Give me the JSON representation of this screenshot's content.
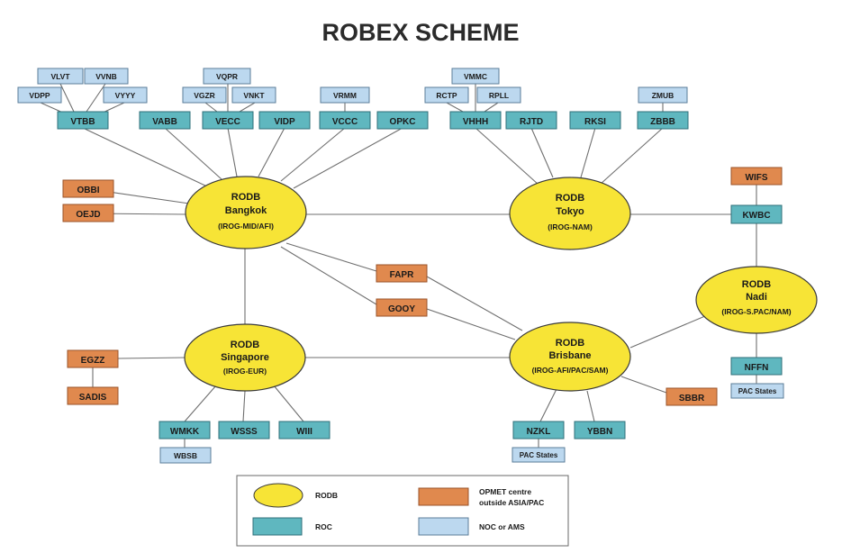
{
  "title": "ROBEX SCHEME",
  "rodb": {
    "bangkok": {
      "l1": "RODB",
      "l2": "Bangkok",
      "l3": "(IROG-MID/AFI)"
    },
    "tokyo": {
      "l1": "RODB",
      "l2": "Tokyo",
      "l3": "(IROG-NAM)"
    },
    "singapore": {
      "l1": "RODB",
      "l2": "Singapore",
      "l3": "(IROG-EUR)"
    },
    "brisbane": {
      "l1": "RODB",
      "l2": "Brisbane",
      "l3": "(IROG-AFI/PAC/SAM)"
    },
    "nadi": {
      "l1": "RODB",
      "l2": "Nadi",
      "l3": "(IROG-S.PAC/NAM)"
    }
  },
  "roc": {
    "vtbb": "VTBB",
    "vabb": "VABB",
    "vecc": "VECC",
    "vidp": "VIDP",
    "vccc": "VCCC",
    "opkc": "OPKC",
    "vhhh": "VHHH",
    "rjtd": "RJTD",
    "rksi": "RKSI",
    "zbbb": "ZBBB",
    "kwbc": "KWBC",
    "nffn": "NFFN",
    "nzkl": "NZKL",
    "ybbn": "YBBN",
    "wmkk": "WMKK",
    "wsss": "WSSS",
    "wiii": "WIII"
  },
  "opmet": {
    "obbi": "OBBI",
    "oejd": "OEJD",
    "fapr": "FAPR",
    "gooy": "GOOY",
    "egzz": "EGZZ",
    "sadis": "SADIS",
    "wifs": "WIFS",
    "sbbr": "SBBR"
  },
  "noc": {
    "vlvt": "VLVT",
    "vvnb": "VVNB",
    "vdpp": "VDPP",
    "vyyy": "VYYY",
    "vqpr": "VQPR",
    "vgzr": "VGZR",
    "vnkt": "VNKT",
    "vrmm": "VRMM",
    "vmmc": "VMMC",
    "rctp": "RCTP",
    "rpll": "RPLL",
    "zmub": "ZMUB",
    "wbsb": "WBSB",
    "pac_states_nadi": "PAC States",
    "pac_states_brisbane": "PAC States"
  },
  "legend": {
    "rodb": "RODB",
    "roc": "ROC",
    "opmet_l1": "OPMET centre",
    "opmet_l2": "outside ASIA/PAC",
    "noc": "NOC or AMS"
  },
  "colors": {
    "rodb": "#f7e436",
    "roc": "#5fb7bf",
    "opmet": "#e0894e",
    "noc": "#bcd8ef"
  }
}
